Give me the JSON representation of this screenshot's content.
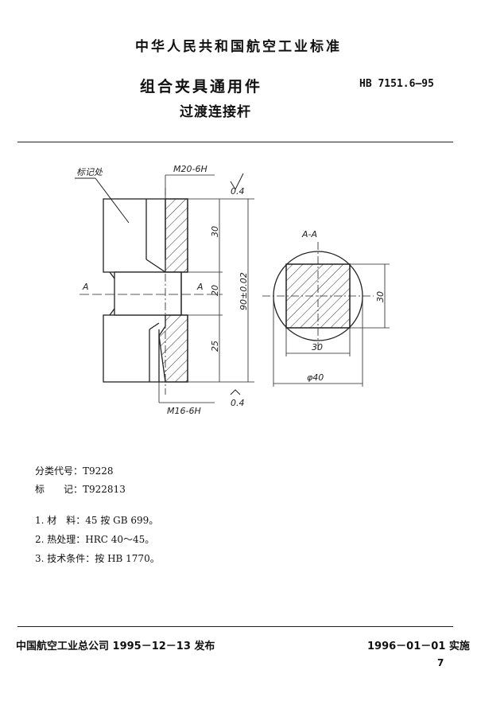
{
  "header": {
    "organization": "中华人民共和国航空工业标准",
    "title": "组合夹具通用件",
    "subtitle": "过渡连接杆",
    "standard_code": "HB 7151.6—95"
  },
  "drawing": {
    "marking_label": "标记处",
    "thread_top": "M20-6H",
    "thread_bottom": "M16-6H",
    "roughness_top": "0.4",
    "roughness_bottom": "0.4",
    "dim_upper": "30",
    "dim_middle": "20",
    "dim_lower": "25",
    "dim_total": "90±0.02",
    "section_label": "A",
    "section_title": "A-A",
    "section_width": "30",
    "section_height": "30",
    "section_diameter": "φ40"
  },
  "classification": {
    "code_label": "分类代号：",
    "code_value": "T9228",
    "mark_label": "标　　记：",
    "mark_value": "T922813"
  },
  "notes": [
    "1. 材　料：45 按 GB 699。",
    "2. 热处理：HRC 40～45。",
    "3. 技术条件：按 HB 1770。"
  ],
  "footer": {
    "issued": "中国航空工业总公司 1995－12－13 发布",
    "effective": "1996－01－01 实施",
    "page": "7"
  }
}
